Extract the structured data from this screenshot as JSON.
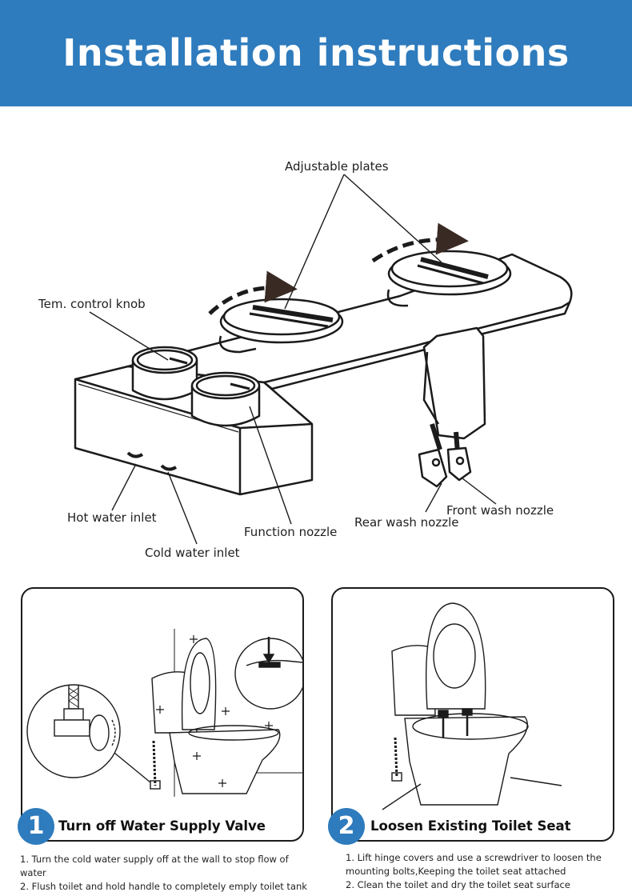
{
  "header": {
    "title": "Installation instructions"
  },
  "diagram": {
    "labels": {
      "adjustable_plates": "Adjustable plates",
      "temp_control_knob": "Tem. control knob",
      "hot_water_inlet": "Hot water inlet",
      "cold_water_inlet": "Cold water inlet",
      "function_nozzle": "Function nozzle",
      "rear_wash_nozzle": "Rear wash nozzle",
      "front_wash_nozzle": "Front wash nozzle"
    }
  },
  "steps": [
    {
      "number": "1",
      "title": "Turn off Water Supply Valve",
      "instructions": [
        "1. Turn the cold water supply off at the wall to stop flow of water",
        "2. Flush toilet and hold handle to completely emply toilet tank"
      ]
    },
    {
      "number": "2",
      "title": "Loosen Existing Toilet Seat",
      "instructions": [
        "1. Lift hinge covers and use a screwdriver to loosen the mounting bolts,Keeping the toilet seat attached",
        "2. Clean the toilet and dry the toilet seat surface"
      ]
    }
  ],
  "colors": {
    "header_bg": "#2e7bbd",
    "badge_bg": "#2e7bbd",
    "line": "#1b1b1b"
  }
}
